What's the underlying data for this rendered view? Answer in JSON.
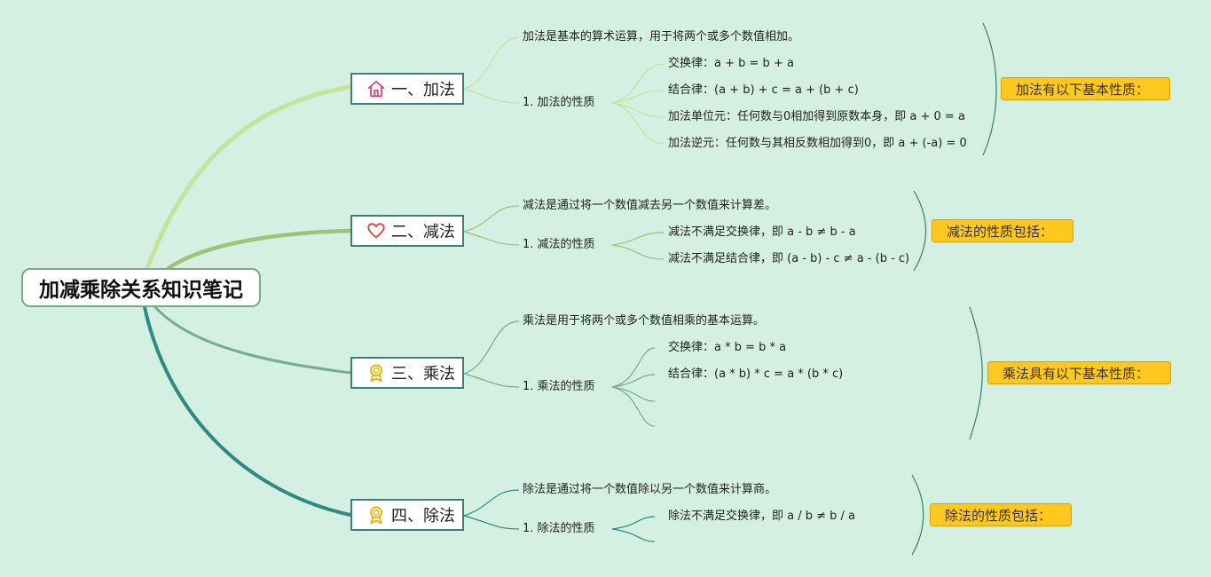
{
  "root": {
    "title": "加减乘除关系知识笔记"
  },
  "topics": [
    {
      "label": "一、加法",
      "icon": "house-icon",
      "definition": "加法是基本的算术运算，用于将两个或多个数值相加。",
      "properties_label": "1. 加法的性质",
      "properties": [
        "交换律：a + b = b + a",
        "结合律：(a + b) + c = a + (b + c)",
        "加法单位元：任何数与0相加得到原数本身，即 a + 0 = a",
        "加法逆元：任何数与其相反数相加得到0，即 a + (-a) = 0"
      ],
      "summary": "加法有以下基本性质："
    },
    {
      "label": "二、减法",
      "icon": "heart-icon",
      "definition": "减法是通过将一个数值减去另一个数值来计算差。",
      "properties_label": "1. 减法的性质",
      "properties": [
        "减法不满足交换律，即 a - b ≠ b - a",
        "减法不满足结合律，即 (a - b) - c ≠ a - (b - c)"
      ],
      "summary": "减法的性质包括："
    },
    {
      "label": "三、乘法",
      "icon": "award-icon",
      "definition": "乘法是用于将两个或多个数值相乘的基本运算。",
      "properties_label": "1. 乘法的性质",
      "properties": [
        "交换律：a * b = b * a",
        "结合律：(a * b) * c = a * (b * c)",
        "",
        ""
      ],
      "summary": "乘法具有以下基本性质："
    },
    {
      "label": "四、除法",
      "icon": "award-icon",
      "definition": "除法是通过将一个数值除以另一个数值来计算商。",
      "properties_label": "1. 除法的性质",
      "properties": [
        "除法不满足交换律，即 a / b ≠ b / a",
        ""
      ],
      "summary": "除法的性质包括："
    }
  ],
  "colors": {
    "background": "#d3f0e2",
    "branch_1": "#c3e59a",
    "branch_2": "#9bc476",
    "branch_3": "#78ac88",
    "branch_4": "#2f8a82",
    "summary_fill": "#ffc81e",
    "house_icon": "#e0457a",
    "heart_icon": "#d84343",
    "award_icon": "#e9b100"
  }
}
